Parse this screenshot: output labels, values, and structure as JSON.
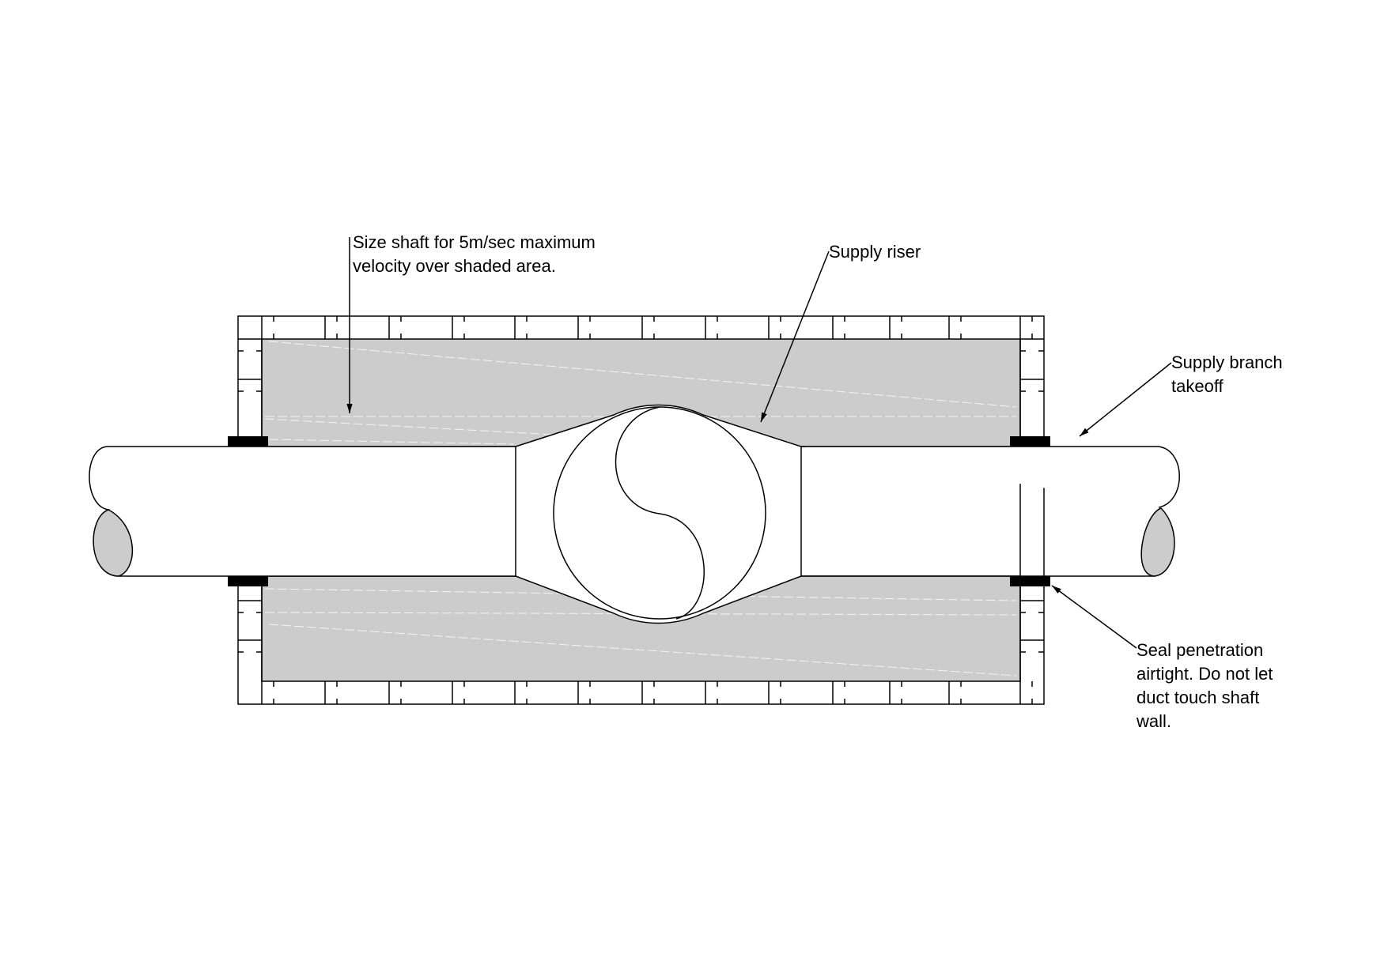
{
  "labels": {
    "shaft_sizing": "Size shaft for 5m/sec maximum\nvelocity over shaded area.",
    "supply_riser": "Supply riser",
    "branch_takeoff": "Supply branch\ntakeoff",
    "seal_note": "Seal penetration\nairtight. Do not let\nduct touch shaft\nwall."
  },
  "colors": {
    "shaded_area": "#cccccc",
    "line": "#000000",
    "seal": "#000000"
  }
}
